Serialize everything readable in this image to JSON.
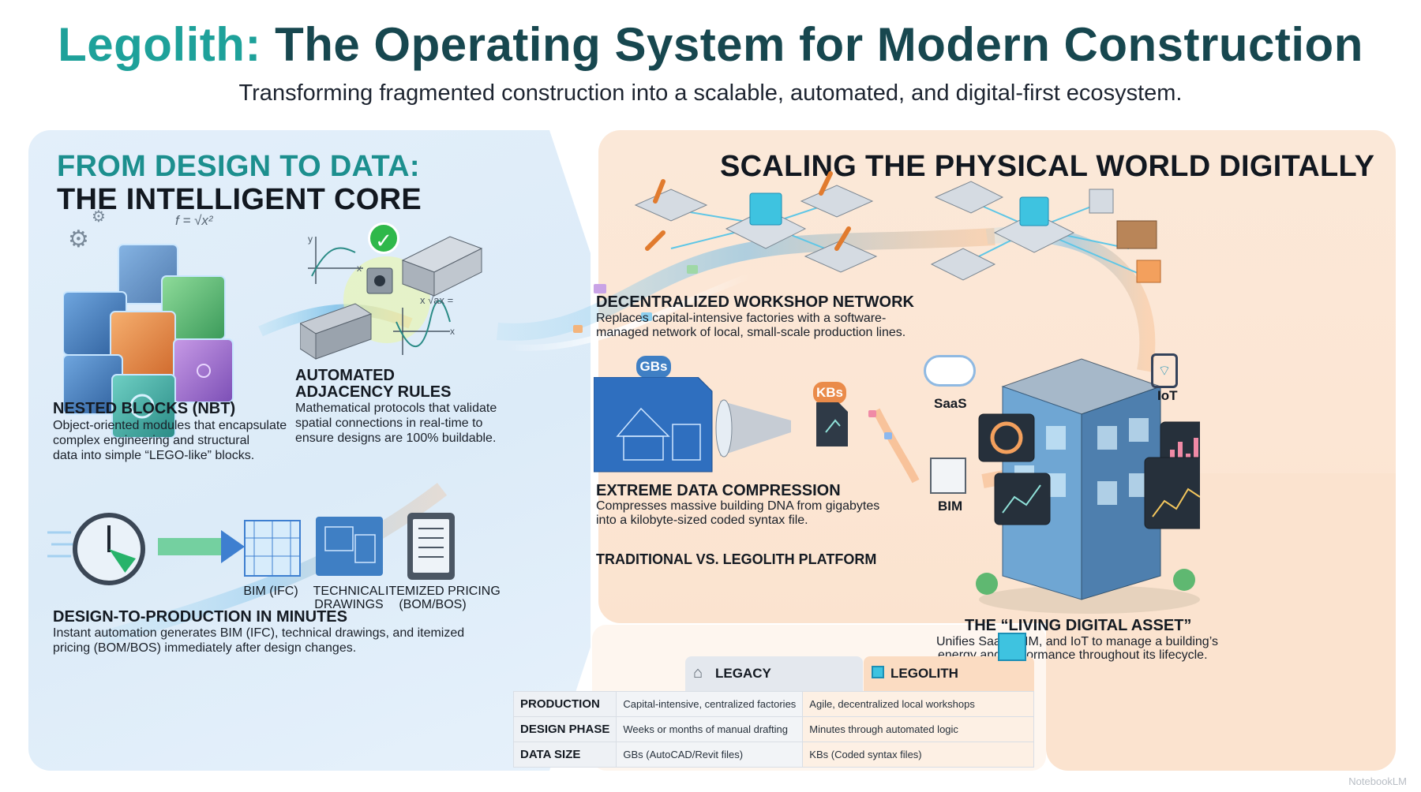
{
  "header": {
    "title_brand": "Legolith:",
    "title_rest": "The Operating System for Modern Construction",
    "subtitle": "Transforming fragmented construction into a scalable, automated, and digital-first ecosystem."
  },
  "left_panel": {
    "heading_line1": "FROM DESIGN TO DATA:",
    "heading_line2": "THE INTELLIGENT CORE",
    "formula_label": "f = √x²",
    "nested_blocks": {
      "title": "NESTED BLOCKS (NBT)",
      "lines": [
        "Object-oriented modules that encapsulate",
        "complex engineering and structural",
        "data into simple “LEGO-like” blocks."
      ]
    },
    "adjacency": {
      "title_lines": [
        "AUTOMATED",
        "ADJACENCY RULES"
      ],
      "lines": [
        "Mathematical protocols that validate",
        "spatial connections in real-time to",
        "ensure designs are 100% buildable."
      ],
      "graph_axis_y": "y",
      "graph_axis_x": "x",
      "graph2_label": "x √ax =",
      "graph2_axis_x": "x"
    },
    "design_to_production": {
      "title": "DESIGN-TO-PRODUCTION IN MINUTES",
      "lines": [
        "Instant automation generates BIM (IFC), technical drawings, and itemized",
        "pricing (BOM/BOS) immediately after design changes."
      ],
      "outputs": [
        {
          "label_lines": [
            "BIM (IFC)"
          ]
        },
        {
          "label_lines": [
            "TECHNICAL",
            "DRAWINGS"
          ]
        },
        {
          "label_lines": [
            "ITEMIZED PRICING",
            "(BOM/BOS)"
          ]
        }
      ]
    }
  },
  "right_panel": {
    "heading": "SCALING THE PHYSICAL WORLD DIGITALLY",
    "workshop": {
      "title": "DECENTRALIZED WORKSHOP NETWORK",
      "lines": [
        "Replaces capital-intensive factories with a software-",
        "managed network of local, small-scale production lines."
      ]
    },
    "compression": {
      "title": "EXTREME DATA COMPRESSION",
      "lines": [
        "Compresses massive building DNA from gigabytes",
        "into a kilobyte-sized coded syntax file."
      ],
      "badge_from": "GBs",
      "badge_to": "KBs",
      "badge_from_color": "#3f7fc4",
      "badge_to_color": "#ea8b4a"
    },
    "asset": {
      "title": "THE “LIVING DIGITAL ASSET”",
      "lines": [
        "Unifies SaaS, BIM, and IoT to manage a building’s",
        "energy and performance throughout its lifecycle."
      ],
      "labels": {
        "saas": "SaaS",
        "iot": "IoT",
        "bim": "BIM"
      }
    }
  },
  "comparison": {
    "title": "TRADITIONAL VS. LEGOLITH PLATFORM",
    "col_legacy": "LEGACY",
    "col_legolith": "LEGOLITH",
    "rows": [
      {
        "label": "PRODUCTION",
        "legacy": "Capital-intensive, centralized factories",
        "legolith": "Agile, decentralized local workshops"
      },
      {
        "label": "DESIGN PHASE",
        "legacy": "Weeks or months of manual drafting",
        "legolith": "Minutes through automated logic"
      },
      {
        "label": "DATA SIZE",
        "legacy": "GBs (AutoCAD/Revit files)",
        "legolith": "KBs (Coded syntax files)"
      }
    ]
  },
  "watermark": "NotebookLM",
  "colors": {
    "brand_teal": "#1ea19a",
    "title_dark": "#17474f",
    "left_panel_bg": "#dcebf8",
    "right_panel_bg": "#fbe6d4"
  }
}
